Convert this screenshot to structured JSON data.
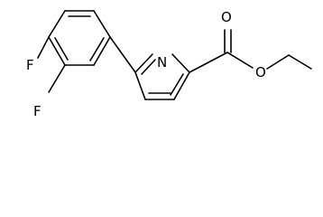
{
  "atoms": {
    "fluorine_top": "F",
    "fluorine_bottom": "F",
    "pyridine_nitrogen": "N",
    "carbonyl_oxygen": "O",
    "ester_oxygen": "O"
  }
}
